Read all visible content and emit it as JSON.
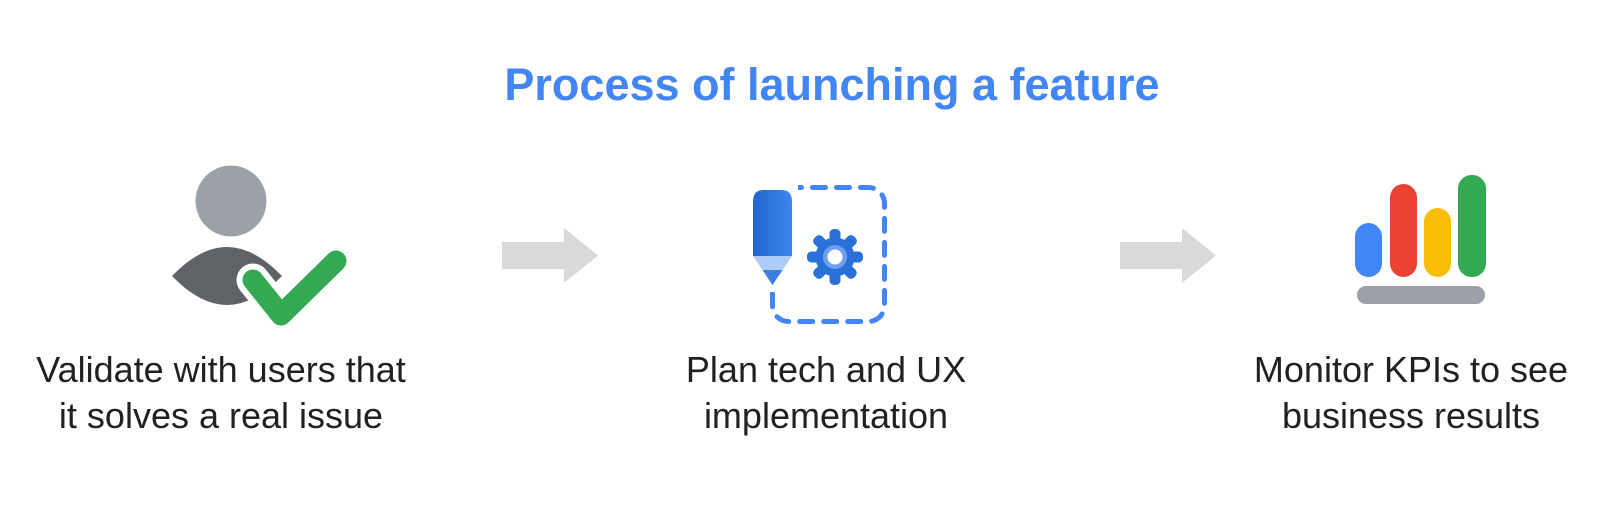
{
  "title": "Process of launching a feature",
  "steps": [
    {
      "icon": "user-checkmark-icon",
      "caption_line1": "Validate with users that",
      "caption_line2": "it solves a real issue"
    },
    {
      "icon": "pencil-gear-icon",
      "caption_line1": "Plan tech and UX",
      "caption_line2": "implementation"
    },
    {
      "icon": "bar-chart-icon",
      "caption_line1": "Monitor KPIs to see",
      "caption_line2": "business results"
    }
  ],
  "arrows": [
    {
      "name": "right-arrow"
    },
    {
      "name": "right-arrow"
    }
  ],
  "colors": {
    "title_blue": "#4285F4",
    "text_black": "#202124",
    "arrow_gray": "#D9D9D9",
    "person_head_gray": "#9CA1A7",
    "person_body_gray": "#5F6368",
    "check_green": "#34A853",
    "pencil_blue": "#2C74DE",
    "pencil_tip_light_blue": "#AECBFA",
    "pencil_point_blue": "#3D7EE0",
    "gear_blue": "#2B6FD9",
    "gear_ring_blue": "#6F9FEE",
    "dashed_box_blue": "#4285F4",
    "bar_blue": "#4285F4",
    "bar_red": "#EA4335",
    "bar_yellow": "#FBBC04",
    "bar_green": "#34A853",
    "chart_base_gray": "#9AA0A6"
  }
}
